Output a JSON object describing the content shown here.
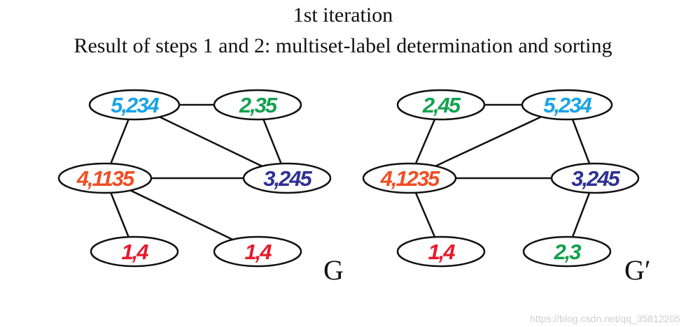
{
  "header": {
    "title": "1st iteration",
    "subtitle": "Result of steps 1 and 2: multiset-label determination and sorting"
  },
  "colors": {
    "cyan": "#1aa3e6",
    "green": "#14a050",
    "orange": "#ee4e25",
    "navy": "#2e3192",
    "red": "#e8192c",
    "edge": "#111111"
  },
  "graphs": [
    {
      "label": "G",
      "nodes": [
        {
          "id": "a",
          "text": "5,234",
          "color": "cyan"
        },
        {
          "id": "b",
          "text": "2,35",
          "color": "green"
        },
        {
          "id": "c",
          "text": "4,1135",
          "color": "orange"
        },
        {
          "id": "d",
          "text": "3,245",
          "color": "navy"
        },
        {
          "id": "e",
          "text": "1,4",
          "color": "red"
        },
        {
          "id": "f",
          "text": "1,4",
          "color": "red"
        }
      ],
      "edges": [
        [
          "a",
          "b"
        ],
        [
          "a",
          "c"
        ],
        [
          "a",
          "d"
        ],
        [
          "b",
          "d"
        ],
        [
          "c",
          "d"
        ],
        [
          "c",
          "e"
        ],
        [
          "c",
          "f"
        ]
      ]
    },
    {
      "label": "G′",
      "nodes": [
        {
          "id": "a",
          "text": "2,45",
          "color": "green"
        },
        {
          "id": "b",
          "text": "5,234",
          "color": "cyan"
        },
        {
          "id": "c",
          "text": "4,1235",
          "color": "orange"
        },
        {
          "id": "d",
          "text": "3,245",
          "color": "navy"
        },
        {
          "id": "e",
          "text": "1,4",
          "color": "red"
        },
        {
          "id": "f",
          "text": "2,3",
          "color": "green"
        }
      ],
      "edges": [
        [
          "a",
          "b"
        ],
        [
          "a",
          "c"
        ],
        [
          "b",
          "c"
        ],
        [
          "b",
          "d"
        ],
        [
          "c",
          "d"
        ],
        [
          "c",
          "e"
        ],
        [
          "d",
          "f"
        ]
      ]
    }
  ],
  "watermark": "https://blog.csdn.net/qq_35812205"
}
